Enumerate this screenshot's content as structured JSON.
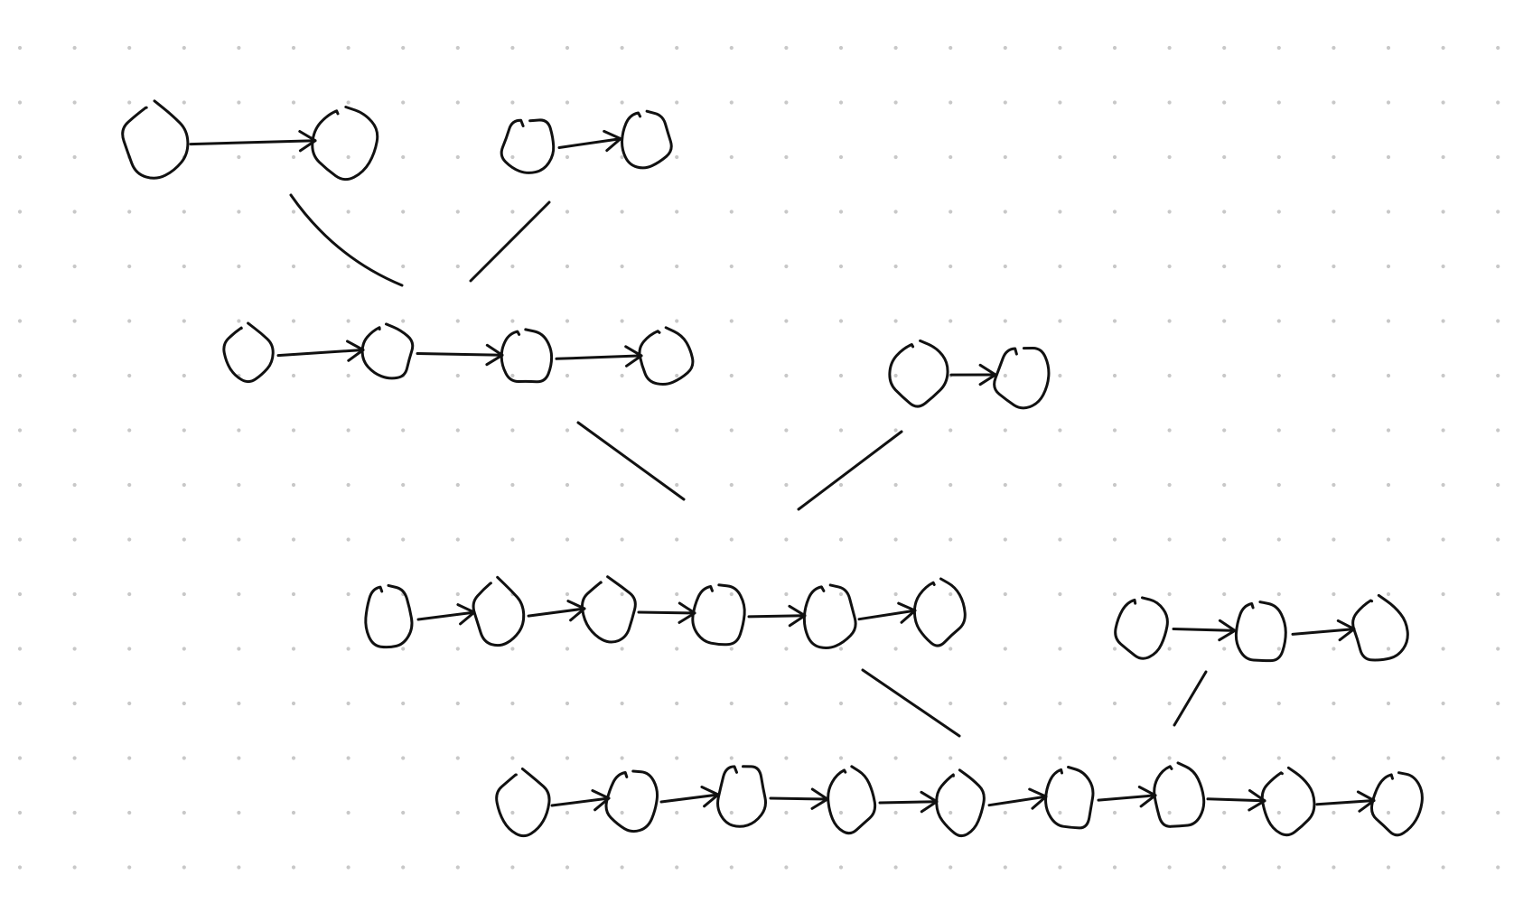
{
  "canvas": {
    "background": "#ffffff",
    "dot_color": "#c8c8c8",
    "ink_color": "#111111"
  },
  "diagram": {
    "kind": "hand-drawn linked lists merging in pairs",
    "levels": [
      {
        "lists": [
          {
            "node_count": 2
          },
          {
            "node_count": 2
          }
        ]
      },
      {
        "lists": [
          {
            "node_count": 4
          },
          {
            "node_count": 2
          }
        ]
      },
      {
        "lists": [
          {
            "node_count": 6
          },
          {
            "node_count": 3
          }
        ]
      },
      {
        "lists": [
          {
            "node_count": 9
          }
        ]
      }
    ],
    "merges": [
      {
        "from": [
          [
            0,
            0
          ],
          [
            0,
            1
          ]
        ],
        "into": [
          1,
          0
        ]
      },
      {
        "from": [
          [
            1,
            0
          ],
          [
            1,
            1
          ]
        ],
        "into": [
          2,
          0
        ]
      },
      {
        "from": [
          [
            2,
            0
          ],
          [
            2,
            1
          ]
        ],
        "into": [
          3,
          0
        ]
      }
    ]
  }
}
